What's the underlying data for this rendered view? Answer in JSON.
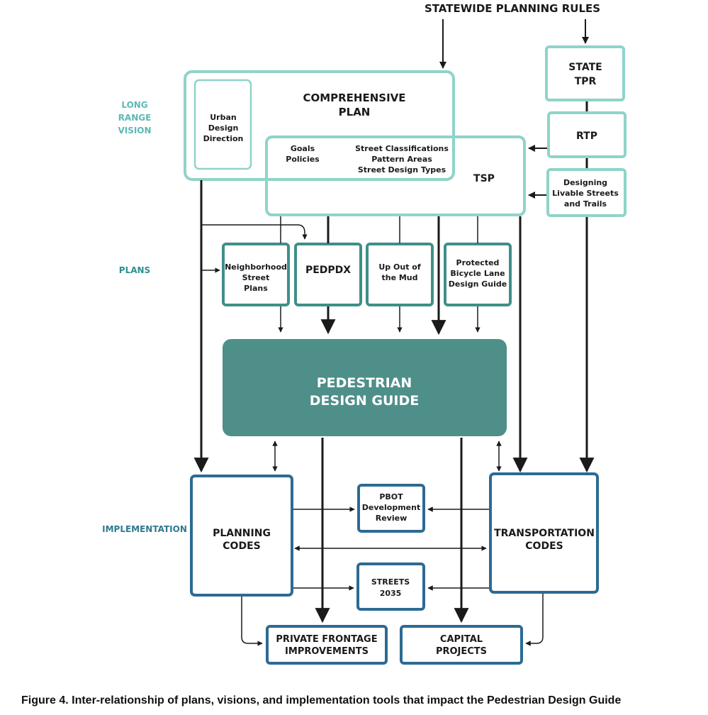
{
  "header": {
    "statewide": "STATEWIDE PLANNING RULES"
  },
  "levels": {
    "long_range_1": "LONG",
    "long_range_2": "RANGE",
    "long_range_3": "VISION",
    "plans": "PLANS",
    "implementation": "IMPLEMENTATION"
  },
  "boxes": {
    "state_tpr_1": "STATE",
    "state_tpr_2": "TPR",
    "rtp": "RTP",
    "dls_1": "Designing",
    "dls_2": "Livable Streets",
    "dls_3": "and Trails",
    "comp_1": "COMPREHENSIVE",
    "comp_2": "PLAN",
    "udd_1": "Urban",
    "udd_2": "Design",
    "udd_3": "Direction",
    "goals": "Goals",
    "policies": "Policies",
    "sc_1": "Street Classifications",
    "sc_2": "Pattern Areas",
    "sc_3": "Street Design Types",
    "tsp": "TSP",
    "nsp_1": "Neighborhood",
    "nsp_2": "Street",
    "nsp_3": "Plans",
    "pedpdx": "PEDPDX",
    "mud_1": "Up Out of",
    "mud_2": "the Mud",
    "pbl_1": "Protected",
    "pbl_2": "Bicycle Lane",
    "pbl_3": "Design Guide",
    "pdg_1": "PEDESTRIAN",
    "pdg_2": "DESIGN GUIDE",
    "pc_1": "PLANNING",
    "pc_2": "CODES",
    "pbot_1": "PBOT",
    "pbot_2": "Development",
    "pbot_3": "Review",
    "tc_1": "TRANSPORTATION",
    "tc_2": "CODES",
    "streets_1": "STREETS",
    "streets_2": "2035",
    "pfi_1": "PRIVATE FRONTAGE",
    "pfi_2": "IMPROVEMENTS",
    "cp_1": "CAPITAL",
    "cp_2": "PROJECTS"
  },
  "caption": "Figure 4. Inter-relationship of plans, visions, and implementation tools that impact the Pedestrian Design Guide",
  "colors": {
    "teal_light": "#8fd3c9",
    "teal_mid": "#3f8f89",
    "teal_fill": "#4e8f89",
    "navy": "#2d6a93",
    "arrow": "#1a1a1a",
    "level_label": "#5db9b4",
    "level_label_dark": "#2d7a8f"
  }
}
